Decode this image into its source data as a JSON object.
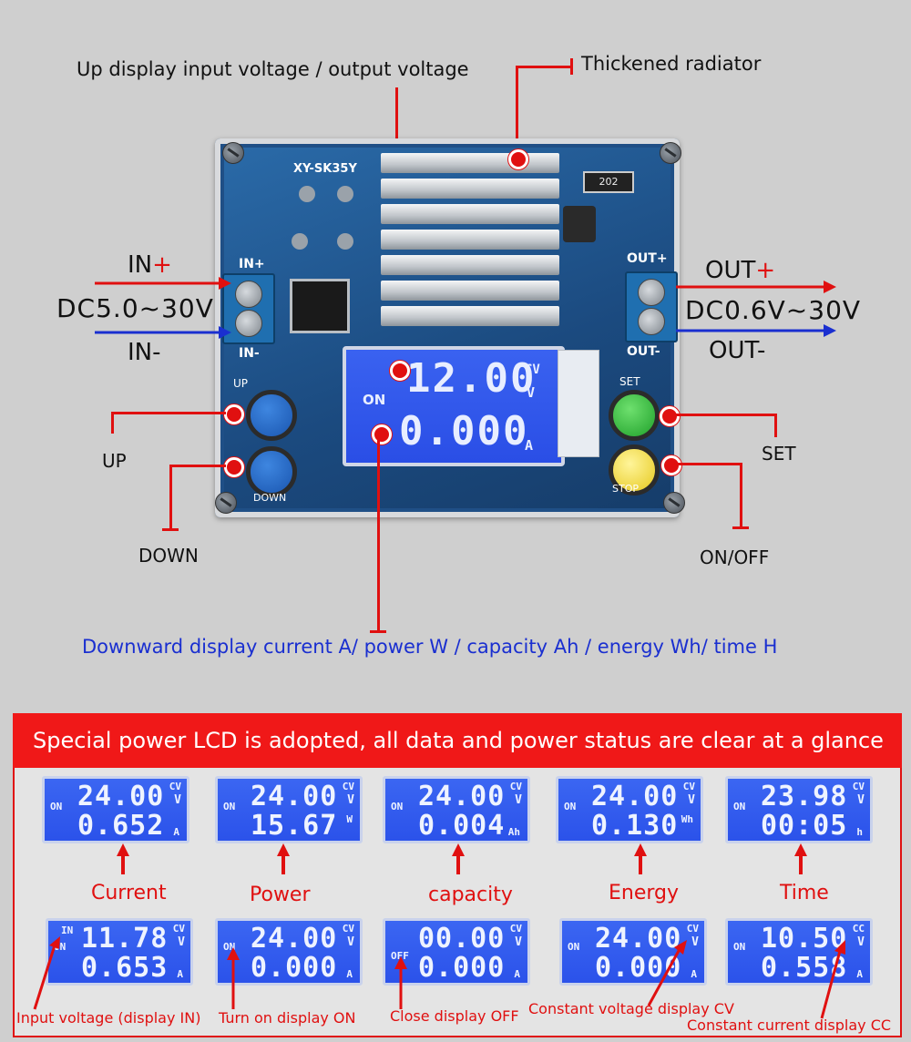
{
  "callouts": {
    "up_display": "Up display input voltage / output voltage",
    "radiator": "Thickened radiator",
    "in_plus": "IN",
    "in_plus_sign": "+",
    "in_range": "DC5.0~30V",
    "in_minus": "IN-",
    "out_plus": "OUT",
    "out_plus_sign": "+",
    "out_range": "DC0.6V~30V",
    "out_minus": "OUT-",
    "up": "UP",
    "down": "DOWN",
    "set": "SET",
    "onoff": "ON/OFF",
    "downward_display": "Downward display current A/ power W / capacity Ah / energy Wh/ time H"
  },
  "board": {
    "model": "XY-SK35Y",
    "resistor": "202",
    "in_plus_label": "IN+",
    "in_minus_label": "IN-",
    "out_plus_label": "OUT+",
    "out_minus_label": "OUT-",
    "up_label": "UP",
    "down_label": "DOWN",
    "set_label": "SET",
    "stop_label": "STOP",
    "lcd": {
      "status": "ON",
      "line1": "12.00",
      "mode": "CV",
      "unit1": "V",
      "line2": "0.000",
      "unit2": "A"
    }
  },
  "banner": "Special power LCD is adopted, all data and power status are clear at a glance",
  "row1": [
    {
      "status": "ON",
      "line1": "24.00",
      "mode": "CV",
      "unit1": "V",
      "line2": "0.652",
      "unit2": "A",
      "caption": "Current"
    },
    {
      "status": "ON",
      "line1": "24.00",
      "mode": "CV",
      "unit1": "V",
      "line2": "15.67",
      "unit2": "W",
      "caption": "Power"
    },
    {
      "status": "ON",
      "line1": "24.00",
      "mode": "CV",
      "unit1": "V",
      "line2": "0.004",
      "unit2": "Ah",
      "caption": "capacity"
    },
    {
      "status": "ON",
      "line1": "24.00",
      "mode": "CV",
      "unit1": "V",
      "line2": "0.130",
      "unit2": "Wh",
      "caption": "Energy"
    },
    {
      "status": "ON",
      "line1": "23.98",
      "mode": "CV",
      "unit1": "V",
      "line2": "00:05",
      "unit2": "h",
      "caption": "Time"
    }
  ],
  "row2": [
    {
      "status": "ON",
      "status_top": "IN",
      "line1": "11.78",
      "mode": "CV",
      "unit1": "V",
      "line2": "0.653",
      "unit2": "A",
      "caption": "Input voltage (display IN)"
    },
    {
      "status": "ON",
      "status_top": "",
      "line1": "24.00",
      "mode": "CV",
      "unit1": "V",
      "line2": "0.000",
      "unit2": "A",
      "caption": "Turn on display ON"
    },
    {
      "status": "OFF",
      "status_top": "",
      "line1": "00.00",
      "mode": "CV",
      "unit1": "V",
      "line2": "0.000",
      "unit2": "A",
      "caption": "Close display OFF"
    },
    {
      "status": "ON",
      "status_top": "",
      "line1": "24.00",
      "mode": "CV",
      "unit1": "V",
      "line2": "0.000",
      "unit2": "A",
      "caption": "Constant voltage display CV"
    },
    {
      "status": "ON",
      "status_top": "",
      "line1": "10.50",
      "mode": "CC",
      "unit1": "V",
      "line2": "0.558",
      "unit2": "A",
      "caption": "Constant current display CC"
    }
  ]
}
